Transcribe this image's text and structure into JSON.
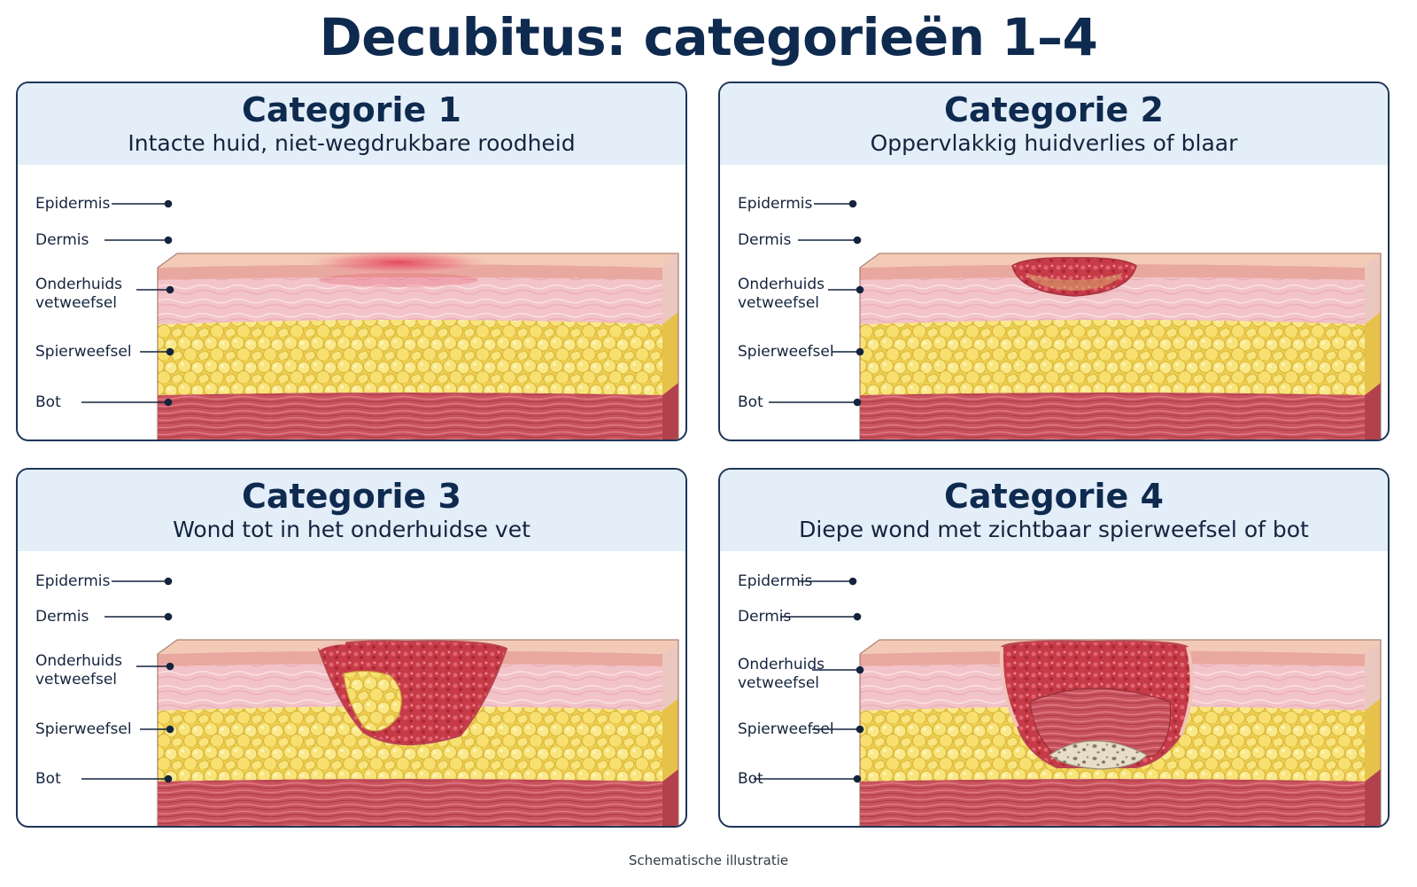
{
  "title": "Decubitus: categorieën 1–4",
  "footnote": "Schematische illustratie",
  "layer_labels": {
    "epidermis": "Epidermis",
    "dermis": "Dermis",
    "fat_line1": "Onderhuids",
    "fat_line2": "vetweefsel",
    "muscle": "Spierweefsel",
    "bone": "Bot"
  },
  "panels": [
    {
      "title": "Categorie 1",
      "subtitle": "Intacte huid, niet-wegdrukbare roodheid"
    },
    {
      "title": "Categorie 2",
      "subtitle": "Oppervlakkig huidverlies of blaar"
    },
    {
      "title": "Categorie 3",
      "subtitle": "Wond tot in het onderhuidse vet"
    },
    {
      "title": "Categorie 4",
      "subtitle": "Diepe wond met zichtbaar spierweefsel of bot"
    }
  ],
  "colors": {
    "epidermis": "#f3c9b7",
    "dermis": "#f2c3c8",
    "fat": "#f6df6a",
    "muscle": "#c9555f",
    "bone": "#e6dcc8",
    "wound": "#c93a47"
  }
}
